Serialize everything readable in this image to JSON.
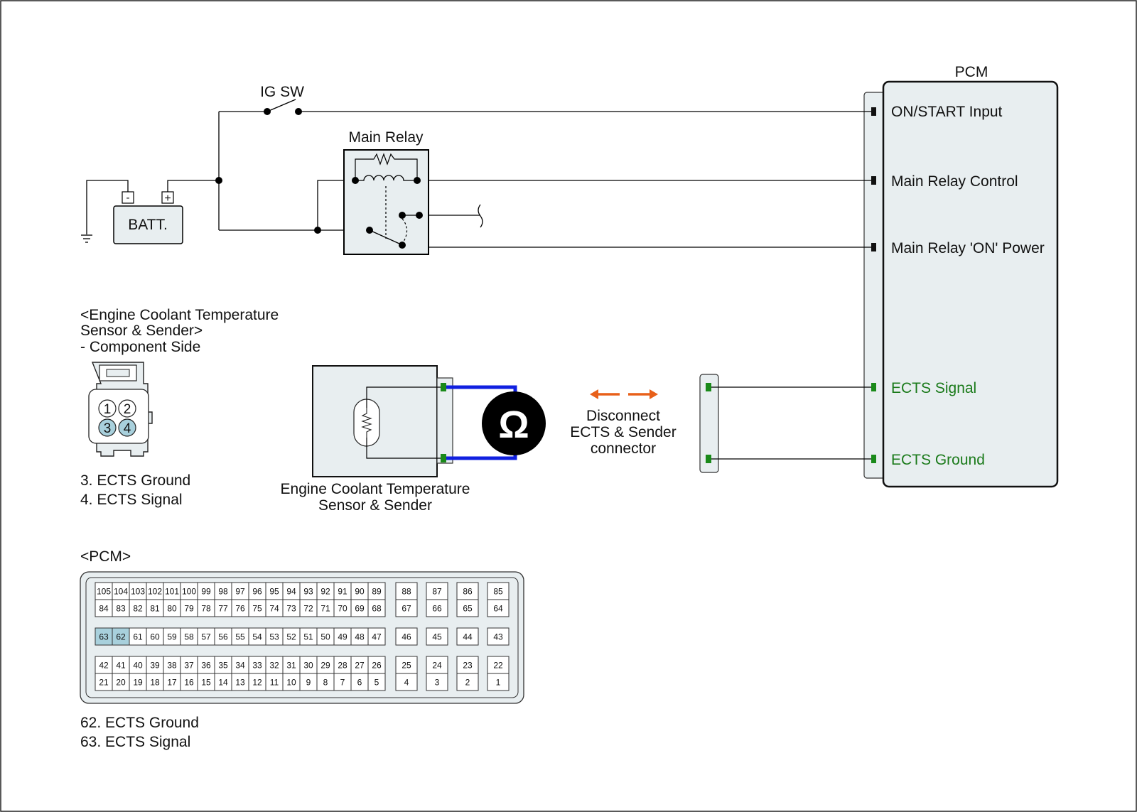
{
  "switch_label": "IG SW",
  "relay_label": "Main Relay",
  "battery_label": "BATT.",
  "battery_neg": "-",
  "battery_pos": "+",
  "pcm": {
    "title": "PCM",
    "pins": {
      "on_start": "ON/START Input",
      "relay_control": "Main Relay Control",
      "relay_on_power": "Main Relay 'ON' Power",
      "ects_signal": "ECTS Signal",
      "ects_ground": "ECTS Ground"
    }
  },
  "ects_connector": {
    "title_line1": "<Engine Coolant Temperature",
    "title_line2": "Sensor & Sender>",
    "title_line3": "- Component Side",
    "pins": [
      "1",
      "2",
      "3",
      "4"
    ],
    "legend": [
      "3. ECTS Ground",
      "4. ECTS Signal"
    ]
  },
  "sensor": {
    "label_line1": "Engine Coolant Temperature",
    "label_line2": "Sensor & Sender"
  },
  "ohmmeter_symbol": "Ω",
  "disconnect": {
    "line1": "Disconnect",
    "line2": "ECTS & Sender",
    "line3": "connector"
  },
  "pcm_connector": {
    "title": "<PCM>",
    "highlighted_pins": [
      "62",
      "63"
    ],
    "legend": [
      "62. ECTS Ground",
      "63. ECTS Signal"
    ],
    "rows": {
      "r1": [
        "105",
        "104",
        "103",
        "102",
        "101",
        "100",
        "99",
        "98",
        "97",
        "96",
        "95",
        "94",
        "93",
        "92",
        "91",
        "90",
        "89"
      ],
      "r2": [
        "84",
        "83",
        "82",
        "81",
        "80",
        "79",
        "78",
        "77",
        "76",
        "75",
        "74",
        "73",
        "72",
        "71",
        "70",
        "69",
        "68"
      ],
      "r3": [
        "63",
        "62",
        "61",
        "60",
        "59",
        "58",
        "57",
        "56",
        "55",
        "54",
        "53",
        "52",
        "51",
        "50",
        "49",
        "48",
        "47"
      ],
      "r4": [
        "42",
        "41",
        "40",
        "39",
        "38",
        "37",
        "36",
        "35",
        "34",
        "33",
        "32",
        "31",
        "30",
        "29",
        "28",
        "27",
        "26"
      ],
      "r5": [
        "21",
        "20",
        "19",
        "18",
        "17",
        "16",
        "15",
        "14",
        "13",
        "12",
        "11",
        "10",
        "9",
        "8",
        "7",
        "6",
        "5"
      ],
      "s1": [
        "88",
        "87",
        "86",
        "85"
      ],
      "s2": [
        "67",
        "66",
        "65",
        "64"
      ],
      "s3": [
        "46",
        "45",
        "44",
        "43"
      ],
      "s4": [
        "25",
        "24",
        "23",
        "22"
      ],
      "s5": [
        "4",
        "3",
        "2",
        "1"
      ]
    }
  },
  "colors": {
    "wire": "#000000",
    "probe_wire": "#1020e0",
    "arrow": "#e8601a",
    "pin_green": "#1a8a1a",
    "label_green": "#1a7a1a",
    "panel_fill": "#e8eef0",
    "pin_highlight": "#a8d0dc"
  }
}
